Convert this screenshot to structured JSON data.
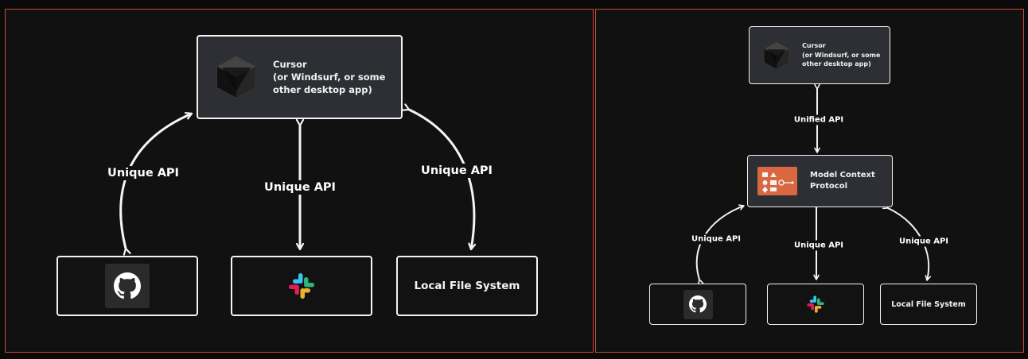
{
  "diagram_left": {
    "hub": {
      "label": "Cursor\n(or Windsurf, or some\nother desktop app)"
    },
    "edges": {
      "github": "Unique API",
      "slack": "Unique API",
      "filesystem": "Unique API"
    },
    "nodes": {
      "filesystem": "Local File System"
    }
  },
  "diagram_right": {
    "client": {
      "label": "Cursor\n(or Windsurf, or some\nother desktop app)"
    },
    "unified_edge": "Unified API",
    "mcp": {
      "label": "Model Context\nProtocol"
    },
    "edges": {
      "github": "Unique API",
      "slack": "Unique API",
      "filesystem": "Unique API"
    },
    "nodes": {
      "filesystem": "Local File System"
    }
  },
  "colors": {
    "panel_border": "#c94a34",
    "mcp_logo": "#d9673f",
    "slack": [
      "#36c5f0",
      "#2eb67d",
      "#ecb22e",
      "#e01e5a"
    ]
  },
  "icons": [
    "cursor-logo-icon",
    "github-icon",
    "slack-icon",
    "mcp-logo-icon"
  ]
}
